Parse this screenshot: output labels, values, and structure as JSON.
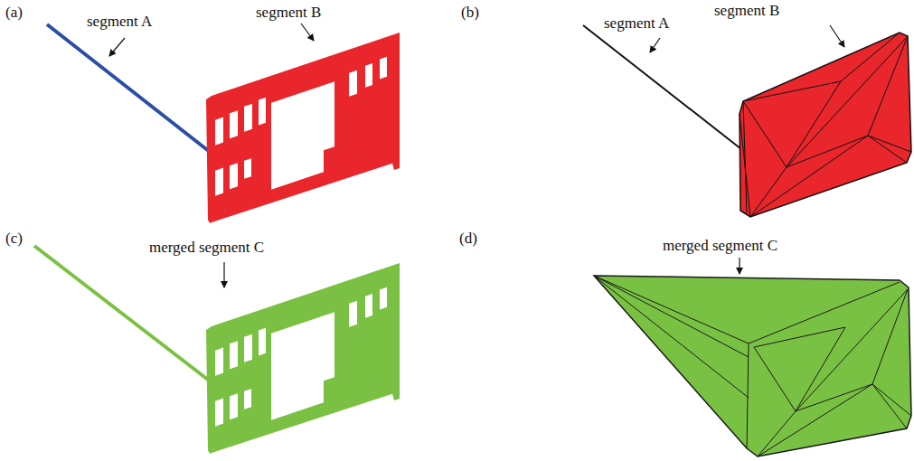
{
  "diagram": {
    "labels": [
      "(a)",
      "segment A",
      "segment B",
      "(b)",
      "segment A",
      "segment B",
      "(c)",
      "merged segment C",
      "(d)",
      "merged segment C"
    ]
  }
}
